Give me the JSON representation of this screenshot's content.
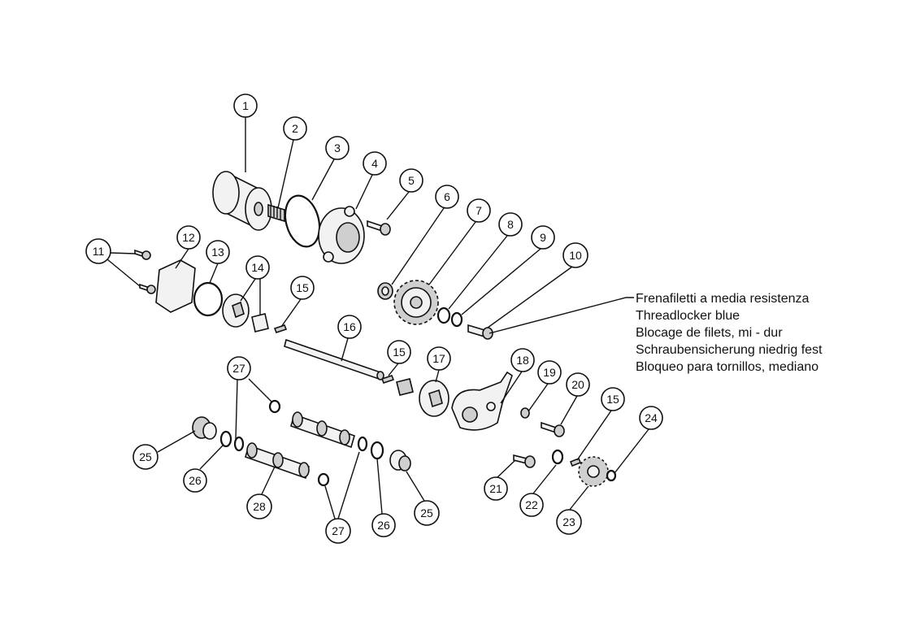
{
  "callouts": [
    {
      "id": "c1",
      "label": "1"
    },
    {
      "id": "c2",
      "label": "2"
    },
    {
      "id": "c3",
      "label": "3"
    },
    {
      "id": "c4",
      "label": "4"
    },
    {
      "id": "c5",
      "label": "5"
    },
    {
      "id": "c6",
      "label": "6"
    },
    {
      "id": "c7",
      "label": "7"
    },
    {
      "id": "c8",
      "label": "8"
    },
    {
      "id": "c9",
      "label": "9"
    },
    {
      "id": "c10",
      "label": "10"
    },
    {
      "id": "c11",
      "label": "11"
    },
    {
      "id": "c12",
      "label": "12"
    },
    {
      "id": "c13",
      "label": "13"
    },
    {
      "id": "c14",
      "label": "14"
    },
    {
      "id": "c15a",
      "label": "15"
    },
    {
      "id": "c16",
      "label": "16"
    },
    {
      "id": "c15b",
      "label": "15"
    },
    {
      "id": "c17",
      "label": "17"
    },
    {
      "id": "c18",
      "label": "18"
    },
    {
      "id": "c19",
      "label": "19"
    },
    {
      "id": "c20",
      "label": "20"
    },
    {
      "id": "c15c",
      "label": "15"
    },
    {
      "id": "c24",
      "label": "24"
    },
    {
      "id": "c27a",
      "label": "27"
    },
    {
      "id": "c25a",
      "label": "25"
    },
    {
      "id": "c26a",
      "label": "26"
    },
    {
      "id": "c28",
      "label": "28"
    },
    {
      "id": "c27b",
      "label": "27"
    },
    {
      "id": "c26b",
      "label": "26"
    },
    {
      "id": "c25b",
      "label": "25"
    },
    {
      "id": "c21",
      "label": "21"
    },
    {
      "id": "c22",
      "label": "22"
    },
    {
      "id": "c23",
      "label": "23"
    }
  ],
  "note": {
    "lines": [
      "Frenafiletti a media resistenza",
      "Threadlocker blue",
      "Blocage de filets, mi - dur",
      "Schraubensicherung niedrig fest",
      "Bloqueo para tornillos, mediano"
    ]
  },
  "colors": {
    "ink": "#111111",
    "fill": "#f2f2f2",
    "shade": "#cfcfcf"
  }
}
